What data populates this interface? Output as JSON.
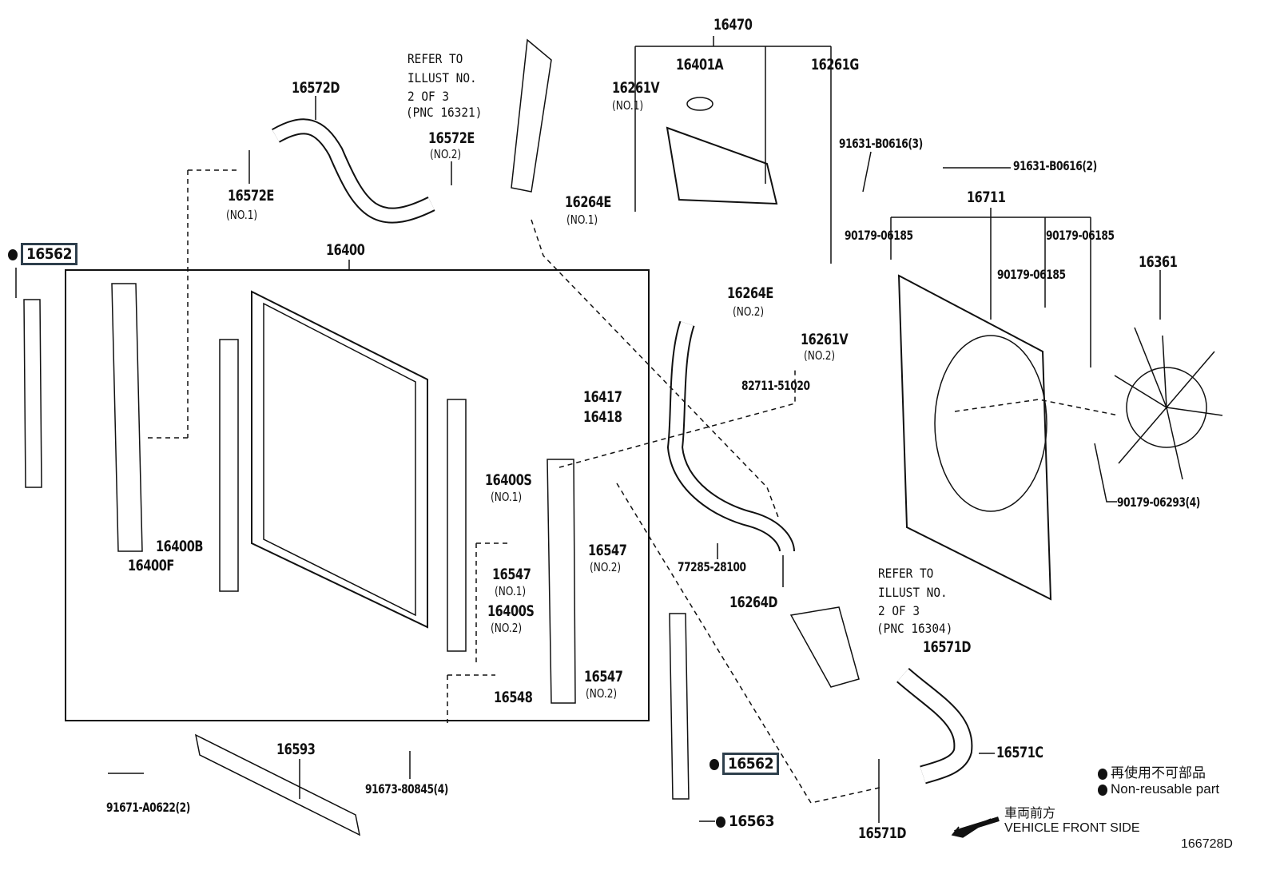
{
  "labels": {
    "p16470": "16470",
    "p16401A": "16401A",
    "p16261V_1": "16261V",
    "p16261V_1_sub": "(NO.1)",
    "p16261G": "16261G",
    "refer1": [
      "REFER TO",
      "ILLUST NO.",
      "2 OF 3",
      "(PNC 16321)"
    ],
    "p16572D": "16572D",
    "p16572E_2": "16572E",
    "p16572E_2_sub": "(NO.2)",
    "p16572E_1": "16572E",
    "p16572E_1_sub": "(NO.1)",
    "p16264E_1": "16264E",
    "p16264E_1_sub": "(NO.1)",
    "p91631_3": "91631-B0616(3)",
    "p91631_2": "91631-B0616(2)",
    "p16711": "16711",
    "p90179_a": "90179-06185",
    "p90179_b": "90179-06185",
    "p90179_c": "90179-06185",
    "p16361": "16361",
    "p16562_a": "16562",
    "p16400": "16400",
    "p16264E_2": "16264E",
    "p16264E_2_sub": "(NO.2)",
    "p16261V_2": "16261V",
    "p16261V_2_sub": "(NO.2)",
    "p82711": "82711-51020",
    "p16417": "16417",
    "p16418": "16418",
    "p16400S_1": "16400S",
    "p16400S_1_sub": "(NO.1)",
    "p16400B": "16400B",
    "p16400F": "16400F",
    "p16547_1": "16547",
    "p16547_1_sub": "(NO.1)",
    "p16547_2a": "16547",
    "p16547_2a_sub": "(NO.2)",
    "p16400S_2": "16400S",
    "p16400S_2_sub": "(NO.2)",
    "p16547_2b": "16547",
    "p16547_2b_sub": "(NO.2)",
    "p16548": "16548",
    "p90179_06293": "90179-06293(4)",
    "p77285": "77285-28100",
    "p16264D": "16264D",
    "refer2": [
      "REFER TO",
      "ILLUST NO.",
      "2 OF 3",
      "(PNC 16304)"
    ],
    "p16571D_a": "16571D",
    "p16571C": "16571C",
    "p16593": "16593",
    "p91671": "91671-A0622(2)",
    "p91673": "91673-80845(4)",
    "p16562_b": "16562",
    "p16563": "16563",
    "p16571D_b": "16571D"
  },
  "legend": {
    "non_reusable_jp": "再使用不可部品",
    "non_reusable_en": "Non-reusable part",
    "front_jp": "車両前方",
    "front_en": "VEHICLE FRONT SIDE"
  },
  "diagram_id": "166728D"
}
